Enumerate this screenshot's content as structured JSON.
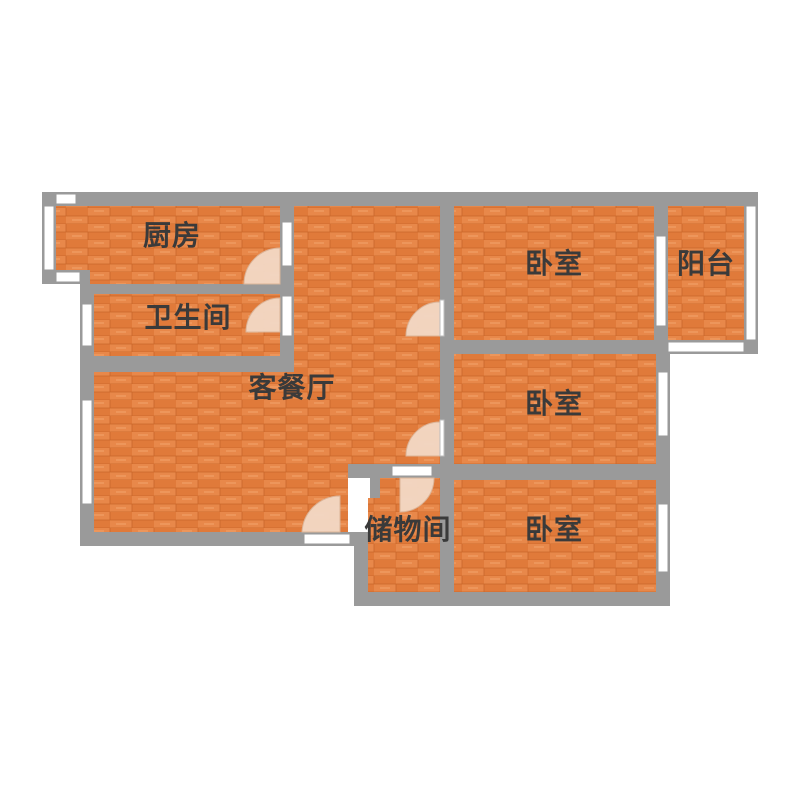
{
  "rooms": {
    "kitchen": "厨房",
    "bathroom": "卫生间",
    "living_dining": "客餐厅",
    "bedroom_top": "卧室",
    "balcony": "阳台",
    "bedroom_middle": "卧室",
    "storage": "储物间",
    "bedroom_bottom": "卧室"
  },
  "colors": {
    "floor": "#e07a3a",
    "floor_light": "#ec9456",
    "floor_dark": "#c9662a",
    "wall": "#9a9a9a",
    "window": "#ffffff",
    "door": "#f3d9c6",
    "label": "#3a3a3a"
  }
}
